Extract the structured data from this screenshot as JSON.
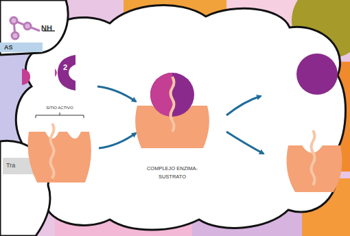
{
  "diagram": {
    "nodes": [
      {
        "text": [
          "2"
        ]
      },
      {
        "text": [
          "SITIO ACTIVO"
        ]
      },
      {
        "text": [
          "COMPLEJO ENZIMA-SUSTRATO"
        ]
      }
    ],
    "edges": [
      {
        "from": 0,
        "to": 2,
        "arrow": "to"
      },
      {
        "from": 1,
        "to": 2,
        "arrow": "to"
      }
    ],
    "labels": [
      "NH",
      "AS",
      "Tra"
    ]
  }
}
